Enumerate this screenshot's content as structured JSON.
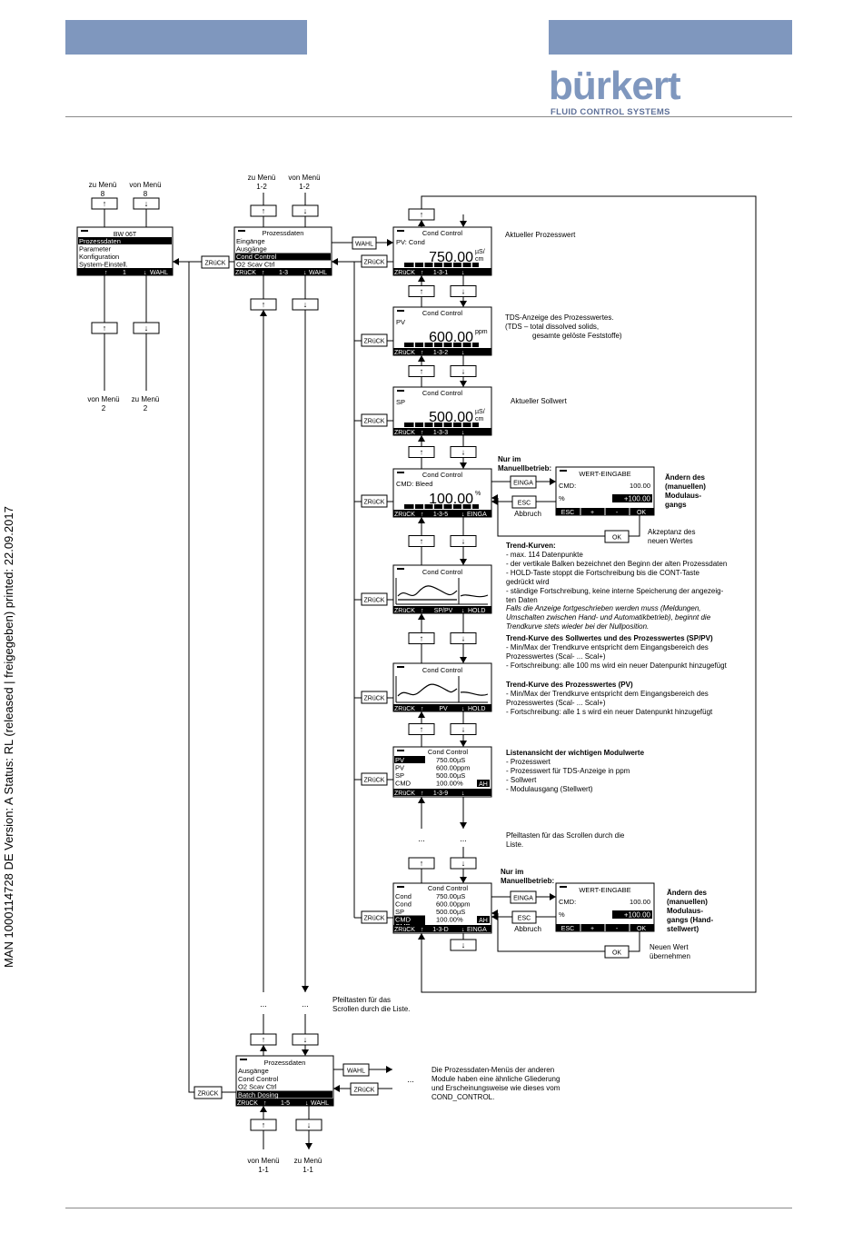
{
  "header": {
    "logo": "bürkert",
    "logo_sub": "FLUID CONTROL SYSTEMS"
  },
  "side_text": "MAN  1000114728  DE  Version: A  Status: RL (released | freigegeben)  printed: 22.09.2017",
  "nav": {
    "zu_menue_8": [
      "zu Menü",
      "8"
    ],
    "von_menue_8": [
      "von Menü",
      "8"
    ],
    "zu_menue_12": [
      "zu Menü",
      "1-2"
    ],
    "von_menue_12": [
      "von Menü",
      "1-2"
    ],
    "von_menue_2": [
      "von Menü",
      "2"
    ],
    "zu_menue_2": [
      "zu Menü",
      "2"
    ],
    "von_menue_11": [
      "von Menü",
      "1-1"
    ],
    "zu_menue_11": [
      "zu Menü",
      "1-1"
    ]
  },
  "keys": {
    "zurueck": "ZRüCK",
    "wahl": "WAHL",
    "einga": "EINGA",
    "esc": "ESC",
    "ok": "OK",
    "abbruch": "Abbruch",
    "ellipsis": "..."
  },
  "screens": {
    "main": {
      "title": "BW 06T",
      "items": [
        "Prozessdaten",
        "Parameter",
        "Konfiguration",
        "System-Einstell."
      ],
      "footer": "1"
    },
    "pd1": {
      "title": "Prozessdaten",
      "items": [
        "Eingänge",
        "Ausgänge",
        "Cond Control",
        "O2 Scav Ctrl"
      ],
      "footer": "1-3"
    },
    "pd2": {
      "title": "Prozessdaten",
      "items": [
        "Ausgänge",
        "Cond Control",
        "O2 Scav Ctrl",
        "Batch Dosing"
      ],
      "footer": "1-5"
    },
    "s1": {
      "title": "Cond Control",
      "label": "PV: Cond",
      "value": "750.00",
      "unit": [
        "µS/",
        "cm"
      ],
      "footer": "1-3-1"
    },
    "s2": {
      "title": "Cond Control",
      "label": "PV",
      "value": "600.00",
      "unit": [
        "ppm"
      ],
      "footer": "1-3-2"
    },
    "s3": {
      "title": "Cond Control",
      "label": "SP",
      "value": "500.00",
      "unit": [
        "µS/",
        "cm"
      ],
      "footer": "1-3-3"
    },
    "s4": {
      "title": "Cond Control",
      "label": "CMD:  Bleed",
      "value": "100.00",
      "unit": [
        "%"
      ],
      "footer": "1-3-5"
    },
    "s5": {
      "title": "Cond Control",
      "footer": "SP/PV",
      "hold": "HOLD"
    },
    "s6": {
      "title": "Cond Control",
      "footer": "PV",
      "hold": "HOLD"
    },
    "s7": {
      "title": "Cond Control",
      "rows": [
        [
          "PV",
          "750.00µS"
        ],
        [
          "PV",
          "600.00ppm"
        ],
        [
          "SP",
          "500.00µS"
        ],
        [
          "CMD",
          "100.00%"
        ]
      ],
      "badge": "AH",
      "footer": "1-3-9"
    },
    "s8": {
      "title": "Cond Control",
      "rows": [
        [
          "Cond",
          "750.00µS"
        ],
        [
          "Cond",
          "600.00ppm"
        ],
        [
          "SP",
          "500.00µS"
        ],
        [
          "CMD",
          "100.00%"
        ]
      ],
      "badge": "AH",
      "footer": "1-3-D"
    },
    "we": {
      "title": "WERT-EINGABE",
      "cmd_label": "CMD:",
      "cmd_value": "100.00",
      "pct_label": "%",
      "pct_value": "+100.00",
      "keys": [
        "ESC",
        "+",
        "-",
        "OK"
      ]
    }
  },
  "notes": {
    "n1": [
      "Aktueller Prozesswert"
    ],
    "n2": [
      "TDS-Anzeige des Prozesswertes.",
      "(TDS – total dissolved solids,",
      "gesamte gelöste Feststoffe)"
    ],
    "n3": [
      "Aktueller Sollwert"
    ],
    "manuell1": [
      "Nur im",
      "Manuellbetrieb:"
    ],
    "aendern1": [
      "Ändern des",
      "(manuellen)",
      "Modulaus-",
      "gangs"
    ],
    "akzeptanz": [
      "Akzeptanz des",
      "neuen Wertes"
    ],
    "trend": [
      "Trend-Kurven:",
      "- max. 114 Datenpunkte",
      "- der vertikale Balken bezeichnet den Beginn der alten Prozessdaten",
      "- HOLD-Taste stoppt die Fortschreibung bis die CONT-Taste",
      "  gedrückt wird",
      "- ständige Fortschreibung, keine interne Speicherung der angezeig-",
      "  ten Daten"
    ],
    "trend_italic": [
      "Falls die Anzeige fortgeschrieben werden muss (Meldungen,",
      "Umschalten zwischen Hand- und Automatikbetrieb), beginnt die",
      "Trendkurve stets wieder bei der Nullposition."
    ],
    "sppv": [
      "Trend-Kurve des Sollwertes und des Prozesswertes (SP/PV)",
      "- Min/Max der Trendkurve entspricht dem Eingangsbereich des",
      "  Prozesswertes (Scal- ... Scal+)",
      "- Fortschreibung: alle 100 ms wird ein neuer Datenpunkt hinzugefügt"
    ],
    "pv": [
      "Trend-Kurve des Prozesswertes (PV)",
      "- Min/Max der Trendkurve entspricht dem Eingangsbereich des",
      "  Prozesswertes (Scal- ... Scal+)",
      "- Fortschreibung: alle 1 s wird ein neuer Datenpunkt hinzugefügt"
    ],
    "liste": [
      "Listenansicht der wichtigen Modulwerte",
      "- Prozesswert",
      "- Prozesswert für TDS-Anzeige in ppm",
      "- Sollwert",
      "- Modulausgang (Stellwert)"
    ],
    "scroll1": [
      "Pfeiltasten für das Scrollen durch die",
      "Liste."
    ],
    "manuell2": [
      "Nur im",
      "Manuellbetrieb:"
    ],
    "aendern2": [
      "Ändern des",
      "(manuellen)",
      "Modulaus-",
      "gangs (Hand-",
      "stellwert)"
    ],
    "neuer": [
      "Neuen Wert",
      "übernehmen"
    ],
    "scroll2": [
      "Pfeiltasten für das",
      "Scrollen durch die Liste."
    ],
    "andere": [
      "Die Prozessdaten-Menüs der anderen",
      "Module haben eine ähnliche Gliederung",
      "und Erscheinungsweise wie dieses vom",
      "COND_CONTROL."
    ]
  }
}
